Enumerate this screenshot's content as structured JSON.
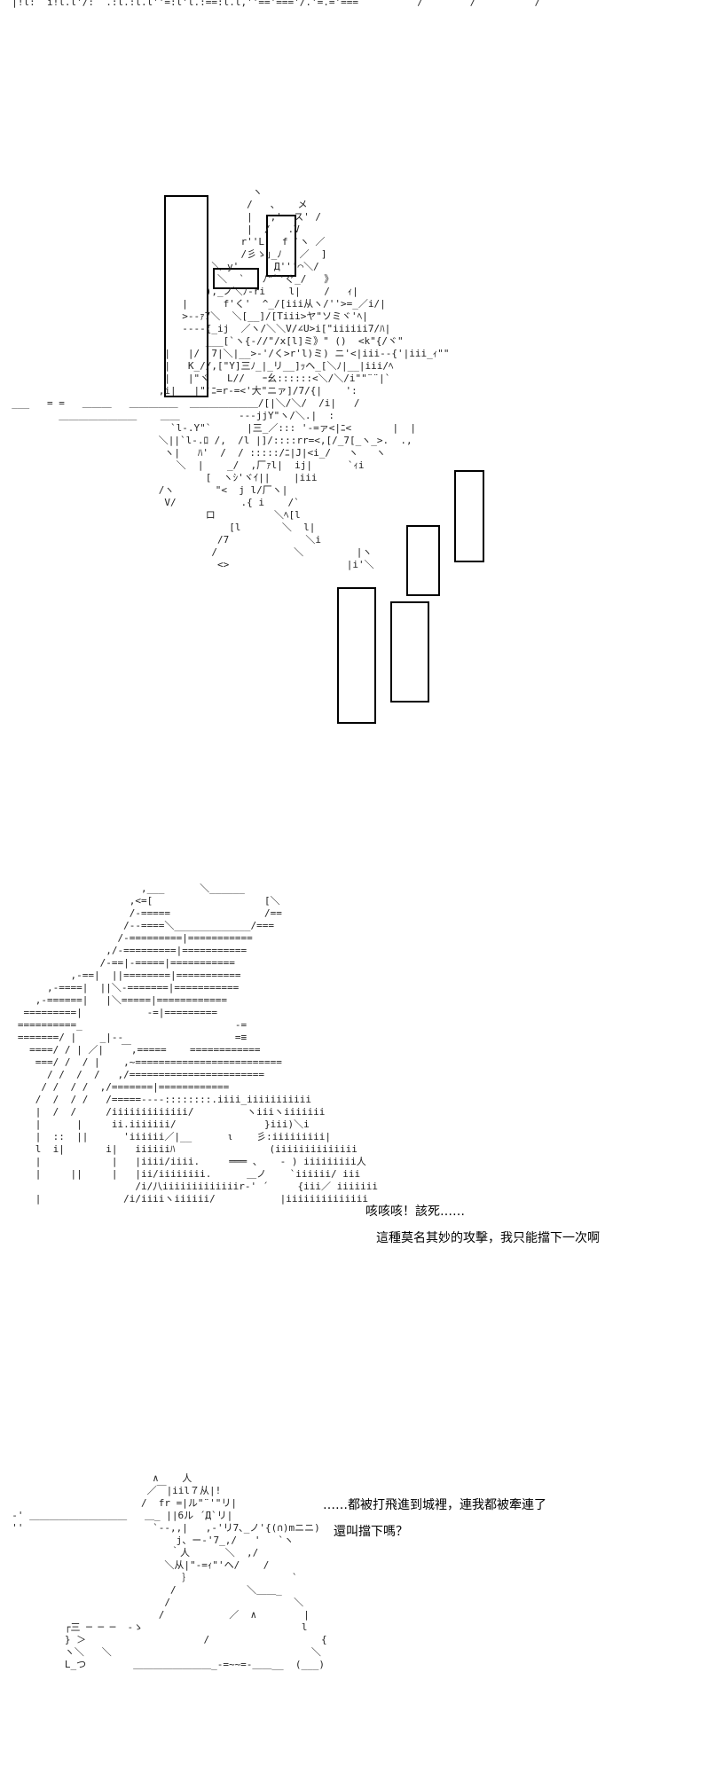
{
  "panels": [
    {
      "art_lines": [
        "  |!l:  i!l.l'/:  .:l.:l.l''=:l'l.:==:l.l,''=='==='/.'=.='===          /        /          /"
      ]
    },
    {
      "art_lines": [
        "                                           ヽ",
        "                                          /   、   メ",
        "                                          |   ,'  ス' /",
        "                                          |  /   .V",
        "                                         r''L   f `ヽ ／",
        "                                         /彡ゝ｣_ﾉ   ／  ]",
        "                                    ＼ y'      Д'''⌒＼/",
        "                                     ＼  `   ﾉ\"`'ぐ_/   》",
        "                                   ),_ノ＼ﾉ-ri    l|    /   ｨ|",
        "                               |      f'く'  ^_/[iii从ヽ/''>=_／i/|",
        "                               >--ｧ7＼  ＼[__]/[Tiii>ヤ\"ソミヾ'ﾍ|",
        "                               ----{_ij  ／ヽ/＼＼V/∠U>i[\"iiiiii7/ﾊ|",
        "                                   ___[`ヽ{-//\"/x[l]ミ》\" ()  <k\"{/ヾ\"",
        "                            |   |/  7|＼|__>-'/く>r'l)ミ) ニ'<|iii--{'|iii_ｨ\"\"",
        "                            |   K_//,[\"Y]三ﾉ_|_リ__]ｯヘ_[＼ﾉ|__|iii/ﾍ",
        "                            |   |\"ヾ   L//   ｰ幺::::::<＼/＼/i\"\"¨¨|`",
        "                           ,i|   |\"`ﾆ=r-=<'大\"ニァ]/7/{|    ':",
        "  ___   = =   ＿＿＿   ＿＿＿＿＿  ＿＿＿＿＿＿＿/[|＼/＼/  /i|   /",
        "          ＿＿＿＿＿＿＿＿    ＿＿          ---jjY\"ヽ/＼.|  :",
        "                             `l-.Y\"`      |三_／::: '-=ァ<|ﾆ<       |  |",
        "                           ＼||`l-.ﾛ /,  /l |]/::::rr=<,[/_7[_ヽ_>.  .,",
        "                            ヽ|   ﾊ'  /  / :::::/ﾆ|J|<i_/   ヽ   ヽ",
        "                              ＼  |    _/  ,厂ｧl|  ij|      `ｨi",
        "                                   [  ヽｼ'ヾｲ||    |iii",
        "                           /ヽ       \"<  j l/厂ヽ|",
        "                            V/           .{ i    /`",
        "                                   ロ          ＼ﾍ[l",
        "                                       [l       ＼  l|",
        "                                     /7             ＼i",
        "                                    /             ＼         |ヽ",
        "                                     <>                    |i'＼"
      ]
    },
    {
      "art_lines": [
        "                        ,___      ＼______",
        "                      ,<=[                   [＼",
        "                      /-=====                /==",
        "                     /--====＼_____________/===",
        "                    /-=========|===========",
        "                  ,/-=========|===========",
        "                 /-==|-=====|===========",
        "            ,-==|  ||========|===========",
        "        ,-====|  ||＼-=======|===========",
        "      ,-======|   |＼=====|============",
        "    =========|           -=|=========",
        "   ==========_                          -=",
        "   =======/ |    _|--                   =≡",
        "     ====/ / | ／|   ￣,=====    ============",
        "      ===/ /  / |    ,~=========================",
        "        / /  /  /   ,/=======================",
        "       / /  / /  ,/=======|============",
        "      /  /  / /   /=====----::::::::.iiii_iiiiiiiiiii",
        "      |  /  /     /iiiiiiiiiiiii/         ヽiiiヽiiiiiii",
        "      |      |     ii.iiiiiii/               }iii)＼i",
        "      |  ::  ||      'iiiiii／|__      ι    彡:iiiiiiiii|",
        "      l  i|       i|   iiiiiiﾊ                (iiiiiiiiiiiiii",
        "      |            |   |iiii/iiii.     ═══ 、   - ) iiiiiiiii人",
        "      |     ||     |   |ii/iiiiiiii.      ＿ノ    `iiiiii/ iii",
        "                       /i/八iiiiiiiiiiiiir-' ´     {iii／ iiiiiii",
        "      |              /i/iiiiヽiiiiii/           |iiiiiiiiiiiiii"
      ],
      "dialog": [
        "咳咳咳！該死……",
        "這種莫名其妙的攻擊，我只能擋下一次啊"
      ]
    },
    {
      "art_lines": [
        "                          ∧    人",
        "                         ／￣|iil７从|!",
        "                        /  fr =|ル\"¨'\"リ|",
        "  -' ＿＿＿＿＿＿＿＿＿＿   ＿_ ||6ル ´Д`リ|",
        "  ''                      `--,,|   ,-'リ7､_ノ'{(∩)mニニ)",
        "                              j、ー-'7_,/   '   `ヽ",
        "                             ｀人      ＼  ,/",
        "                            ＼从|\"-=ｨ\"'ヘ/    /",
        "                               ｝                 `",
        "                             /            ＼＿＿_",
        "                            /                     ＼",
        "                           /           ／  ∧        |",
        "           ┌三 ─ ─ ─  -ゝ                           l",
        "           } ＞                    /                   {",
        "           ヽ＼   ＼                                  ＼",
        "           L_つ        ＿＿＿＿＿＿＿＿_-=~~=-＿＿__  (___)"
      ],
      "dialog": [
        "……都被打飛進到城裡，連我都被牽連了",
        "還叫擋下嗎？"
      ]
    }
  ]
}
